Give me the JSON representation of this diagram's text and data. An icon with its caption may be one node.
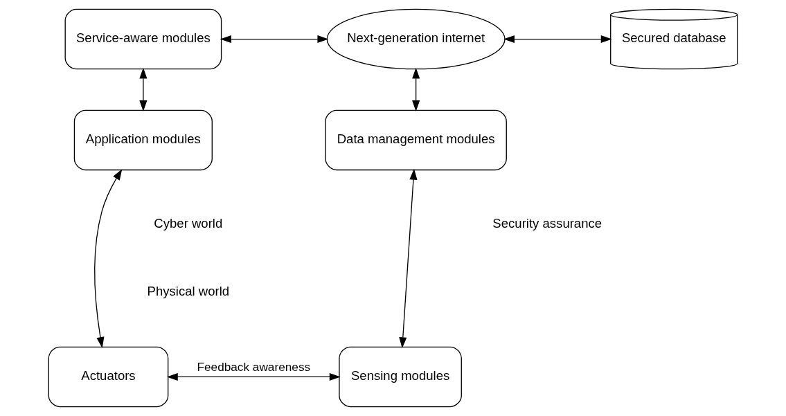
{
  "diagram": {
    "nodes": [
      {
        "text": [
          "Service-aware modules"
        ]
      },
      {
        "text": [
          "Next-generation internet"
        ]
      },
      {
        "text": [
          "Secured database"
        ]
      },
      {
        "text": [
          "Application modules"
        ]
      },
      {
        "text": [
          "Data management modules"
        ]
      },
      {
        "text": [
          "Actuators"
        ]
      },
      {
        "text": [
          "Sensing modules"
        ]
      }
    ],
    "edges": [
      {
        "from": 0,
        "to": 1,
        "arrow": "both"
      },
      {
        "from": 1,
        "to": 2,
        "arrow": "both"
      },
      {
        "from": 4,
        "to": 1,
        "arrow": "both"
      },
      {
        "from": 0,
        "to": 3,
        "arrow": "both"
      },
      {
        "from": 3,
        "to": 5,
        "arrow": "both"
      },
      {
        "from": 4,
        "to": 6,
        "arrow": "both"
      },
      {
        "from": 5,
        "to": 6,
        "arrow": "both",
        "label": "Feedback awareness"
      }
    ],
    "labels": [
      "Cyber world",
      "Physical world",
      "Security assurance"
    ]
  }
}
